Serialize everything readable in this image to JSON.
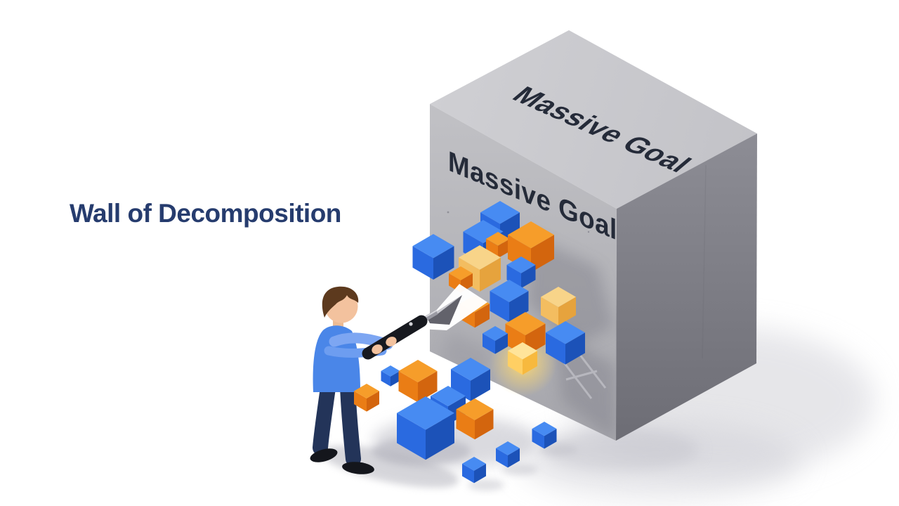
{
  "title": {
    "text": "Wall of Decomposition"
  },
  "block": {
    "top_label": "Massive Goal",
    "front_label": "Massive Goal"
  },
  "palette": {
    "background": "#ffffff",
    "title_color": "#263c6e",
    "block_label_color": "#252b39",
    "wall_top": "#cbcbcf",
    "wall_front": "#b4b4b9",
    "wall_right": "#7c7c84",
    "cubes": {
      "blue": [
        "#478bf2",
        "#2a6ae0",
        "#1c52b8"
      ],
      "orange": [
        "#f69d2a",
        "#ea7d15",
        "#d3650e"
      ],
      "yellow": [
        "#f8d489",
        "#f3bd60",
        "#e6a33d"
      ],
      "glow": [
        "#ffe49a",
        "#ffcf63",
        "#f7b93e"
      ]
    },
    "shirt": "#4a86e8",
    "sleeve": "#7da6f2",
    "pants": "#233459",
    "skin": "#f3c29e",
    "hair": "#5d3a1e"
  }
}
